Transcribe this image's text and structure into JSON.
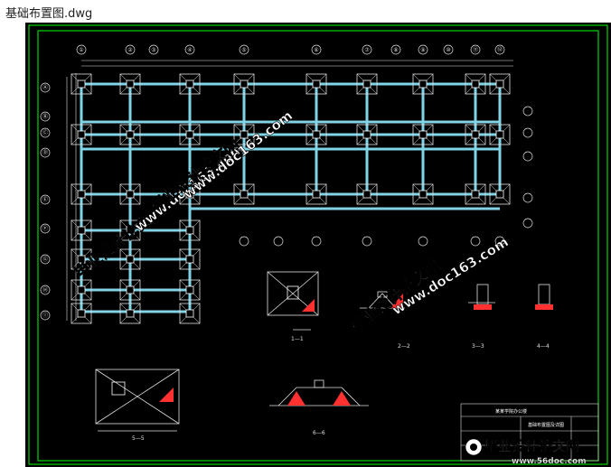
{
  "window": {
    "title": "基础布置图.dwg"
  },
  "colors": {
    "background": "#000000",
    "border": "#00ff00",
    "beam": "#7fd4e6",
    "grid": "#e0e0e0",
    "accent": "#ff3030",
    "watermark": "#ffffff"
  },
  "grid_axes": {
    "top_labels": [
      "①",
      "②",
      "③",
      "④",
      "⑤",
      "⑥",
      "⑦",
      "⑧",
      "⑨",
      "⑩",
      "⑪",
      "⑫"
    ],
    "left_labels": [
      "Ⓐ",
      "Ⓑ",
      "Ⓒ",
      "Ⓓ",
      "Ⓔ",
      "Ⓕ",
      "Ⓖ",
      "Ⓗ",
      "Ⓘ",
      "Ⓙ",
      "Ⓚ"
    ]
  },
  "sections": {
    "s1": "1—1",
    "s2": "2—2",
    "s3": "3—3",
    "s4": "4—4",
    "s5": "5—5",
    "s6": "6—6"
  },
  "title_block": {
    "project": "某某学院办公楼",
    "drawing_name": "基础布置图及详图"
  },
  "watermarks": {
    "w1": "毕业设计论文网",
    "w2": "www.doc163.com",
    "w3": "毕业设计论文网",
    "w4": "www.doc163.com",
    "w5": "毕业设计论文网",
    "w6": "www.doc163.com",
    "corner_name": "毕业设计论文网",
    "corner_url": "www.56doc.com"
  }
}
